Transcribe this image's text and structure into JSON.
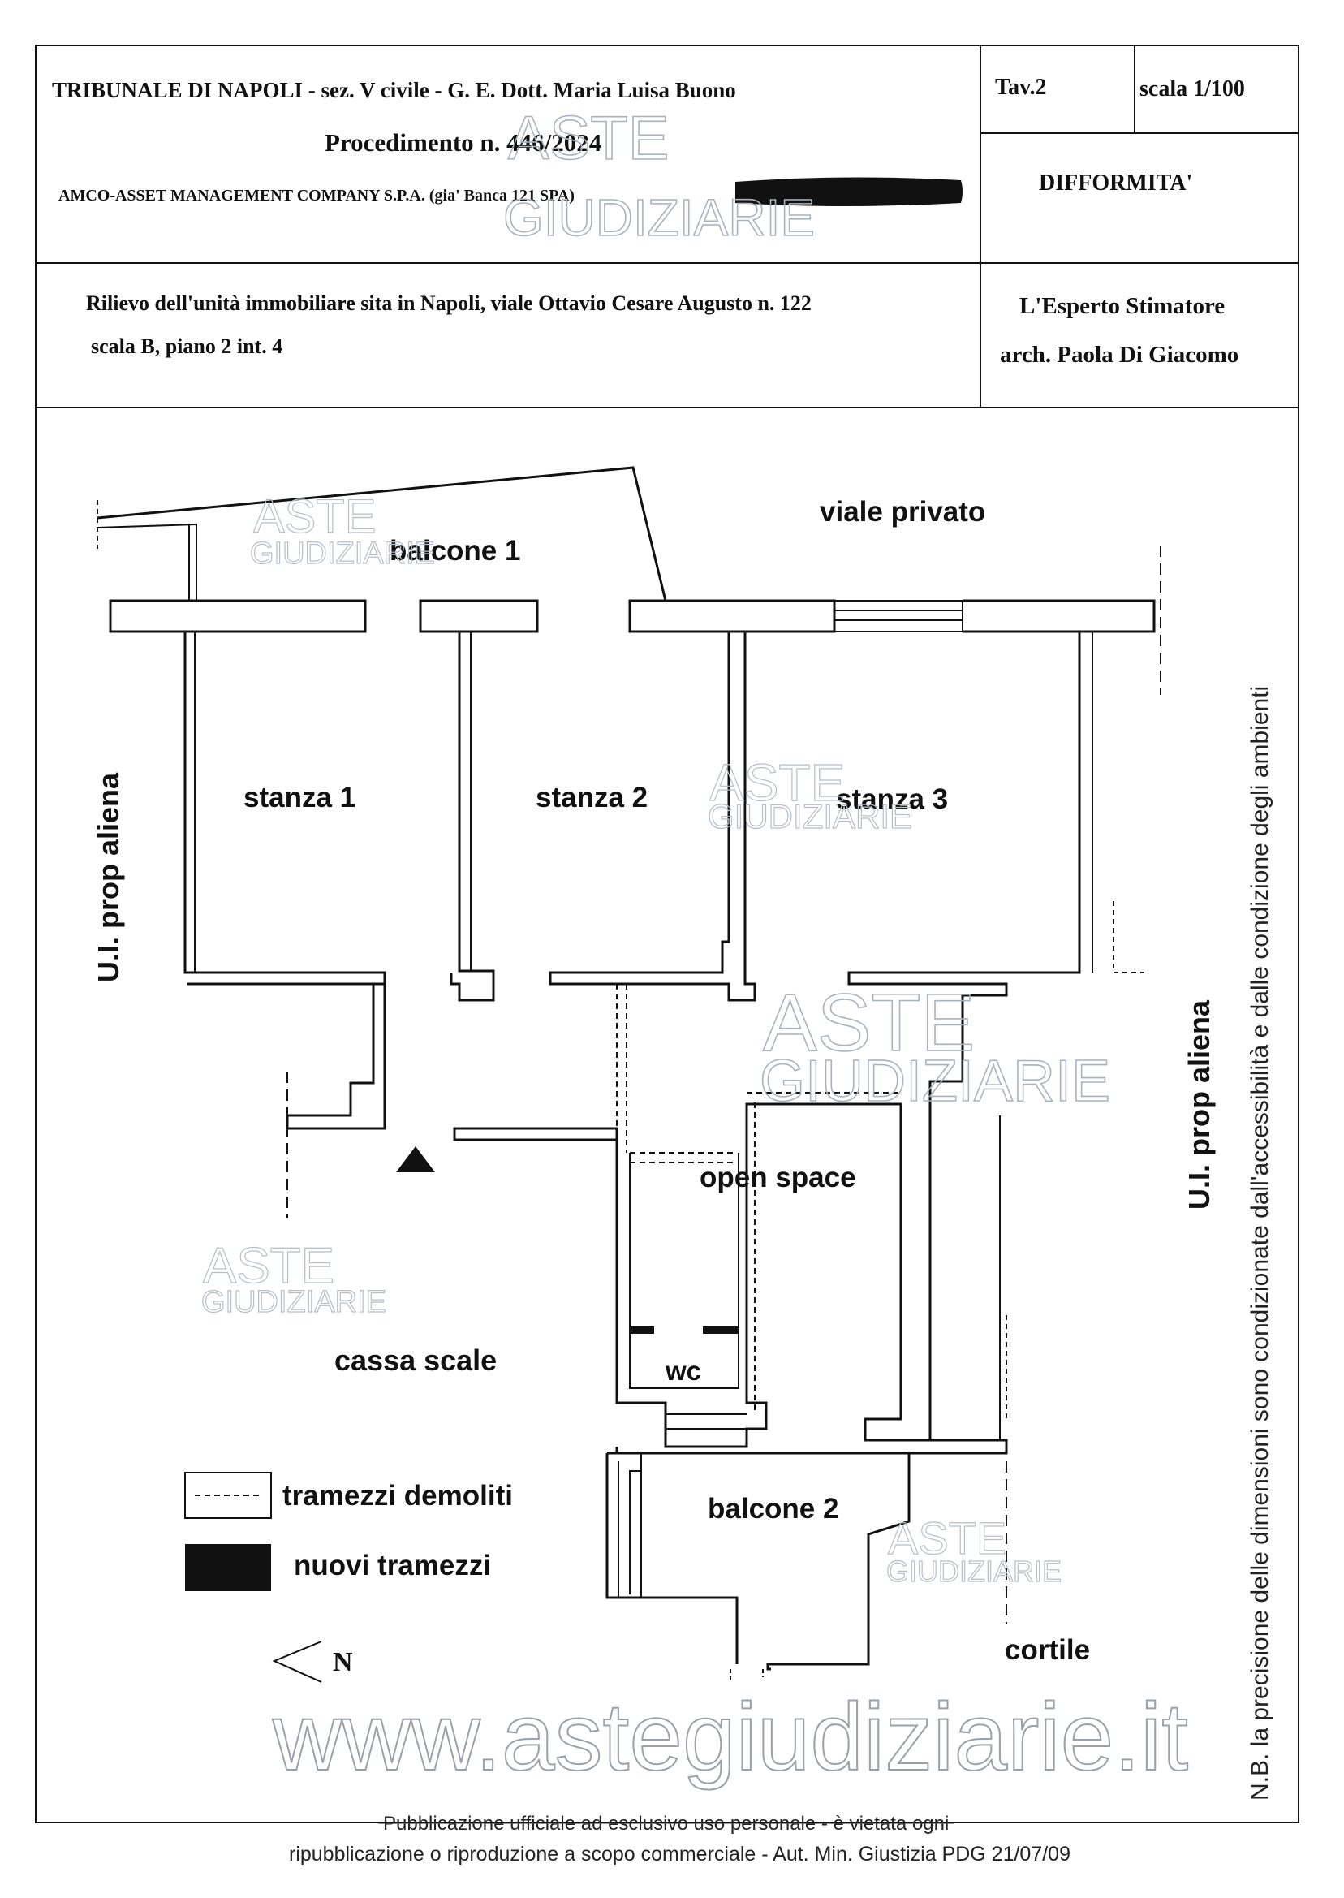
{
  "header": {
    "court_line": "TRIBUNALE  DI  NAPOLI  - sez. V civile  -  G. E. Dott. Maria Luisa Buono",
    "procedure": "Procedimento n. 446/2024",
    "parties": "AMCO-ASSET MANAGEMENT COMPANY S.P.A. (gia' Banca 121 SPA)",
    "table_no": "Tav.2",
    "scale": "scala 1/100",
    "type": "DIFFORMITA'",
    "survey_line1": "Rilievo dell'unità immobiliare sita in Napoli, viale Ottavio Cesare Augusto n. 122",
    "survey_line2": "scala B, piano 2 int. 4",
    "expert_title": "L'Esperto Stimatore",
    "expert_name": "arch. Paola Di Giacomo"
  },
  "plan": {
    "rooms": {
      "balcone1": "balcone 1",
      "viale_privato": "viale privato",
      "stanza1": "stanza 1",
      "stanza2": "stanza 2",
      "stanza3": "stanza 3",
      "open_space": "open space",
      "wc": "wc",
      "cassa_scale": "cassa scale",
      "balcone2": "balcone 2",
      "cortile": "cortile"
    },
    "side_left": "U.I.  prop aliena",
    "side_right": "U.I.  prop aliena",
    "north": "N",
    "note": "N.B. la precisione delle dimensioni sono condizionate dall'accessibilità e dalle condizione degli ambienti"
  },
  "legend": {
    "demolished": "tramezzi demoliti",
    "new": "nuovi tramezzi"
  },
  "watermark": {
    "brand_top": "ASTE",
    "brand_bottom": "GIUDIZIARIE",
    "url": "www.astegiudiziarie.it"
  },
  "footer": {
    "line1": "Pubblicazione ufficiale ad esclusivo uso personale - è vietata ogni",
    "line2": "ripubblicazione o riproduzione a scopo commerciale - Aut. Min. Giustizia PDG 21/07/09"
  }
}
